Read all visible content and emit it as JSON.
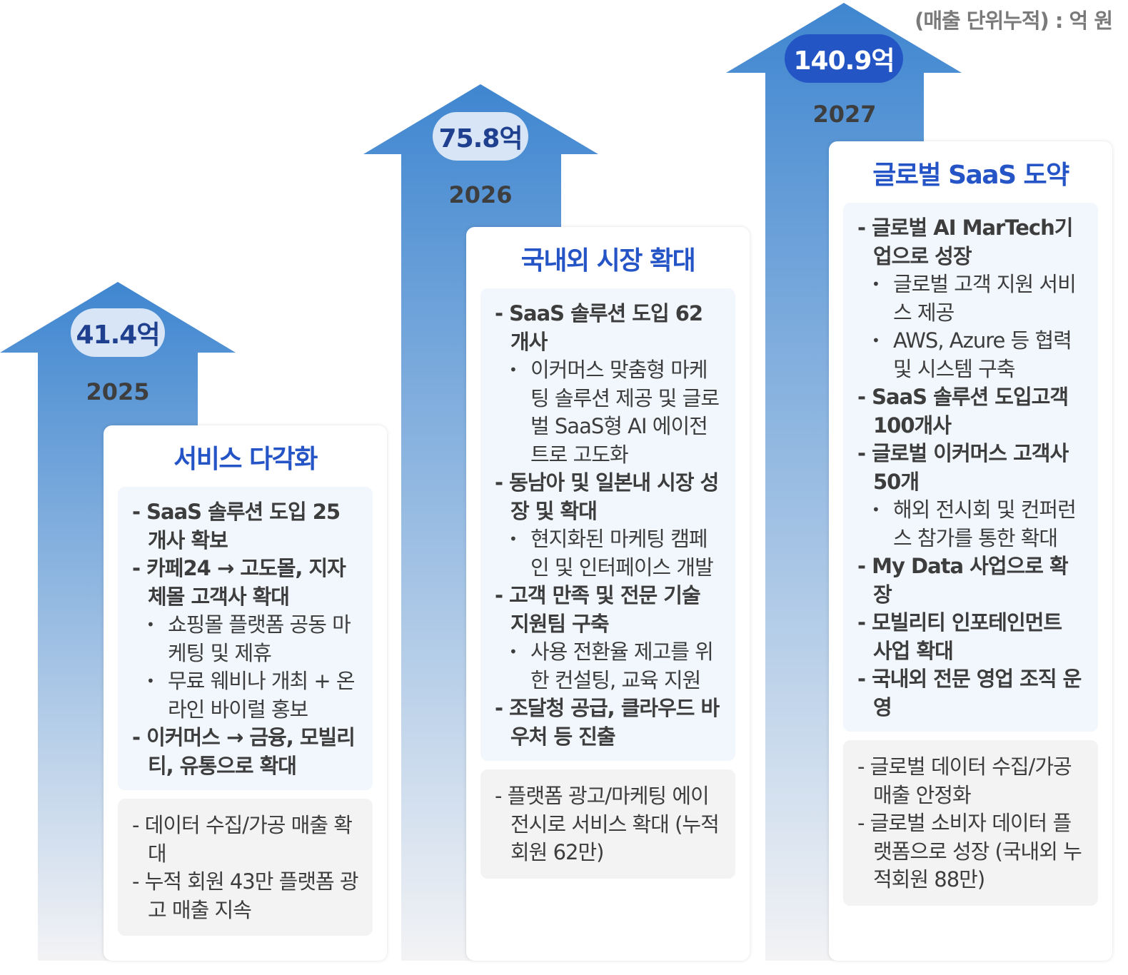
{
  "unit_note": "(매출 단위누적) : 억 원",
  "colors": {
    "arrow_top": "#3f86d0",
    "arrow_bottom": "#f3f3f5",
    "title_blue": "#2454c6",
    "pill_dark": "#2455c5",
    "pill_light": "#d7e5f6"
  },
  "stages": [
    {
      "value": "41.4억",
      "year": "2025",
      "title": "서비스 다각화",
      "primary": [
        {
          "type": "main",
          "text": "- SaaS 솔루션 도입 25 개사  확보"
        },
        {
          "type": "main",
          "text": "- 카페24 → 고도몰, 지자체몰 고객사 확대"
        },
        {
          "type": "sub",
          "text": "쇼핑몰 플랫폼 공동 마케팅 및 제휴"
        },
        {
          "type": "sub",
          "text": "무료 웨비나 개최 + 온라인 바이럴 홍보"
        },
        {
          "type": "main",
          "text": "- 이커머스 → 금융, 모빌리티, 유통으로 확대"
        }
      ],
      "secondary": [
        "- 데이터 수집/가공 매출 확대",
        "- 누적 회원 43만 플랫폼 광고 매출 지속"
      ]
    },
    {
      "value": "75.8억",
      "year": "2026",
      "title": "국내외 시장 확대",
      "primary": [
        {
          "type": "main",
          "text": "- SaaS 솔루션 도입 62 개사"
        },
        {
          "type": "sub",
          "text": "이커머스 맞춤형 마케팅 솔루션 제공 및 글로벌 SaaS형 AI 에이전트로 고도화"
        },
        {
          "type": "main",
          "text": "- 동남아 및 일본내 시장 성장 및 확대"
        },
        {
          "type": "sub",
          "text": "현지화된 마케팅 캠페인 및 인터페이스 개발"
        },
        {
          "type": "main",
          "text": "- 고객 만족 및 전문 기술 지원팀 구축"
        },
        {
          "type": "sub",
          "text": "사용 전환율 제고를 위한 컨설팅, 교육 지원"
        },
        {
          "type": "main",
          "text": "- 조달청 공급, 클라우드 바우처 등  진출"
        }
      ],
      "secondary": [
        "- 플랫폼 광고/마케팅 에이전시로 서비스 확대 (누적회원 62만)"
      ]
    },
    {
      "value": "140.9억",
      "year": "2027",
      "title": "글로벌 SaaS 도약",
      "primary": [
        {
          "type": "main",
          "text": "- 글로벌 AI MarTech기업으로 성장"
        },
        {
          "type": "sub",
          "text": "글로벌 고객 지원 서비스 제공"
        },
        {
          "type": "sub",
          "text": "AWS, Azure 등 협력 및 시스템 구축"
        },
        {
          "type": "main",
          "text": "- SaaS 솔루션 도입고객 100개사"
        },
        {
          "type": "main",
          "text": "- 글로벌 이커머스 고객사 50개"
        },
        {
          "type": "sub",
          "text": "해외 전시회 및 컨퍼런스 참가를 통한 확대"
        },
        {
          "type": "main",
          "text": "- My Data 사업으로 확장"
        },
        {
          "type": "main",
          "text": "- 모빌리티 인포테인먼트 사업 확대"
        },
        {
          "type": "main",
          "text": "- 국내외 전문 영업 조직 운영"
        }
      ],
      "secondary": [
        "- 글로벌 데이터 수집/가공 매출 안정화",
        "- 글로벌 소비자 데이터 플랫폼으로 성장 (국내외 누적회원 88만)"
      ]
    }
  ]
}
